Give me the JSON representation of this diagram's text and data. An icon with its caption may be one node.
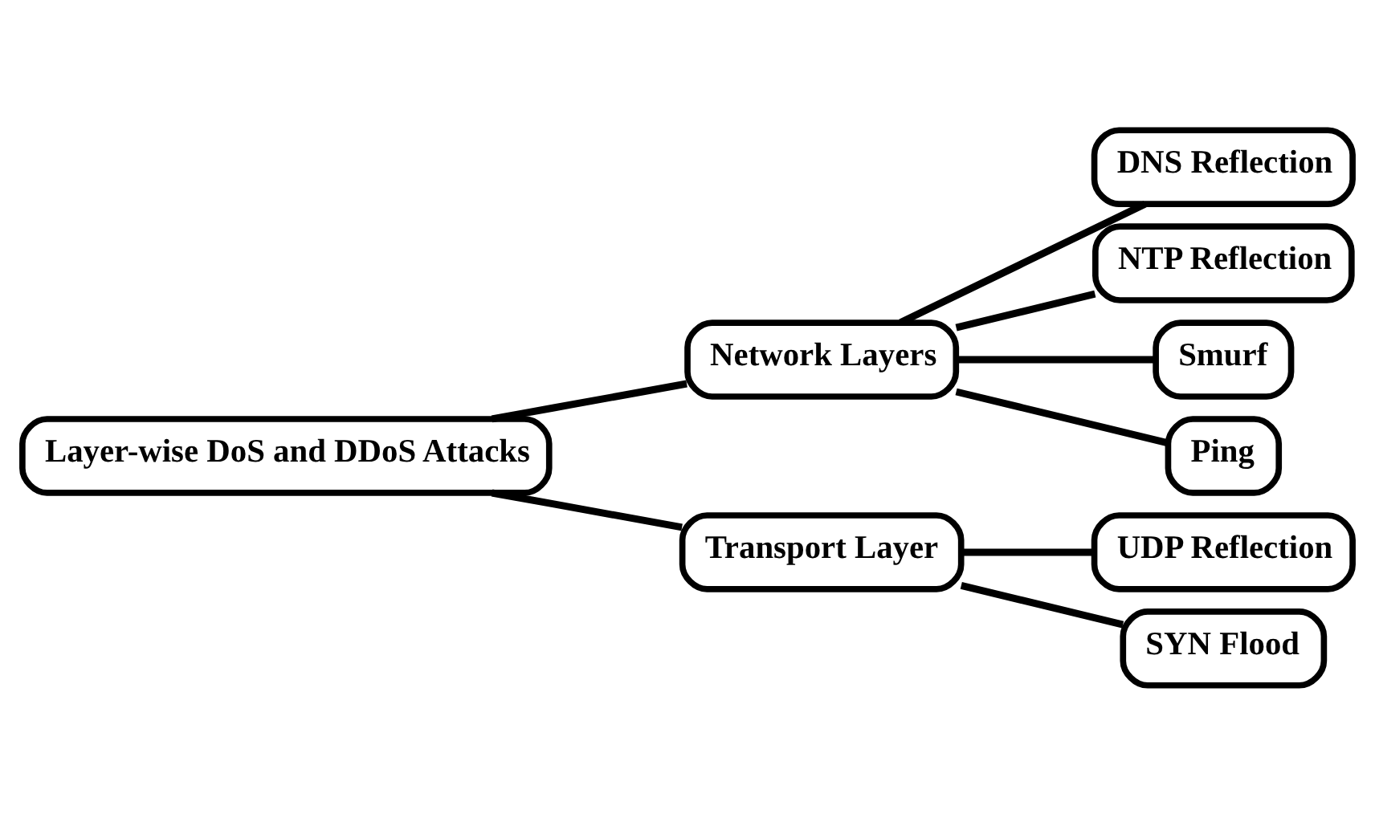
{
  "diagram": {
    "nodes": [
      {
        "text": [
          "Layer-wise DoS and DDoS Attacks"
        ]
      },
      {
        "text": [
          "Network Layers"
        ]
      },
      {
        "text": [
          "DNS Reflection"
        ]
      },
      {
        "text": [
          "NTP Reflection"
        ]
      },
      {
        "text": [
          "Smurf"
        ]
      },
      {
        "text": [
          "Ping"
        ]
      },
      {
        "text": [
          "Transport Layer"
        ]
      },
      {
        "text": [
          "UDP Reflection"
        ]
      },
      {
        "text": [
          "SYN Flood"
        ]
      }
    ],
    "edges": [
      {
        "from": 0,
        "to": 1,
        "arrow": "none"
      },
      {
        "from": 0,
        "to": 6,
        "arrow": "none"
      },
      {
        "from": 1,
        "to": 2,
        "arrow": "none"
      },
      {
        "from": 1,
        "to": 3,
        "arrow": "none"
      },
      {
        "from": 1,
        "to": 4,
        "arrow": "none"
      },
      {
        "from": 1,
        "to": 5,
        "arrow": "none"
      },
      {
        "from": 6,
        "to": 7,
        "arrow": "none"
      },
      {
        "from": 6,
        "to": 8,
        "arrow": "none"
      }
    ]
  }
}
